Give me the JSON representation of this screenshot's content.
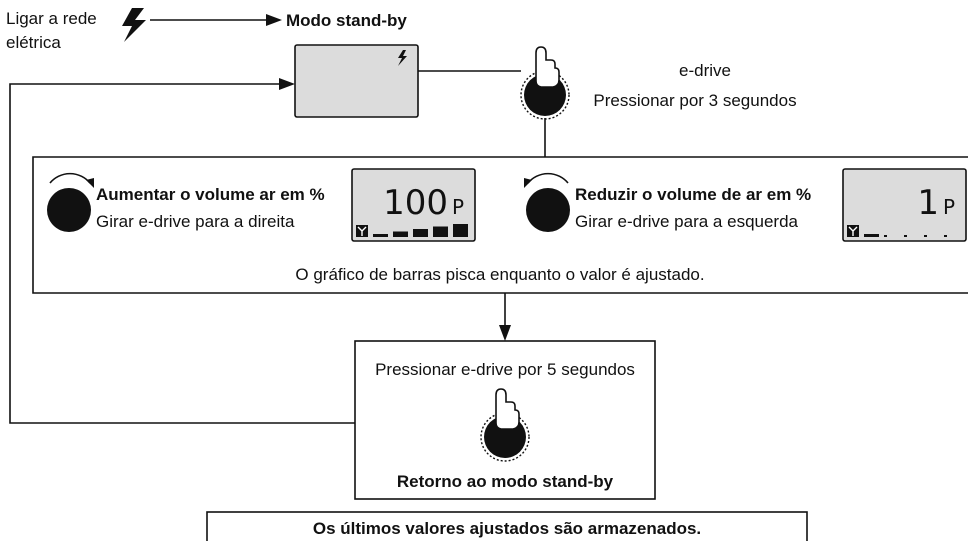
{
  "power": {
    "label_line1": "Ligar a rede",
    "label_line2": "elétrica",
    "standby_label": "Modo stand-by"
  },
  "edrive": {
    "name": "e-drive",
    "instruction": "Pressionar por 3 segundos"
  },
  "increase": {
    "title": "Aumentar o volume ar em %",
    "subtitle": "Girar e-drive para a direita",
    "display_value": "100",
    "display_unit": "P",
    "bar_level": 5
  },
  "decrease": {
    "title": "Reduzir o volume de ar em %",
    "subtitle": "Girar e-drive para a esquerda",
    "display_value": "1",
    "display_unit": "P",
    "bar_level": 1
  },
  "blink_note": "O gráfico de barras pisca enquanto o valor é ajustado.",
  "return": {
    "instruction": "Pressionar e-drive por 5 segundos",
    "label": "Retorno ao modo stand-by"
  },
  "saved_note": "Os últimos valores ajustados são armazenados.",
  "colors": {
    "line": "#111111",
    "display_fill": "#dcdcdc",
    "background": "#ffffff"
  }
}
